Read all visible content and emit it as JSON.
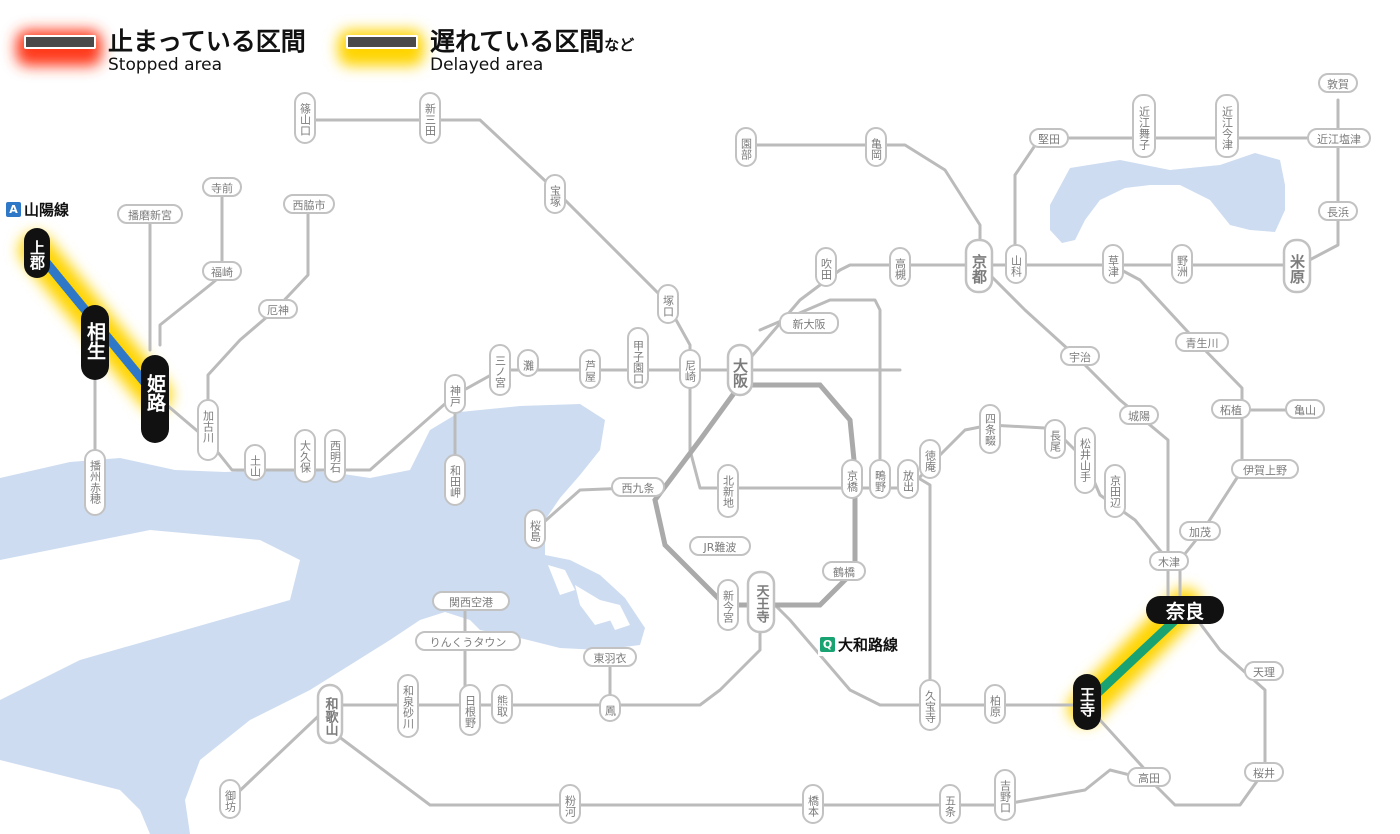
{
  "legend": {
    "stopped": {
      "title": "止まっている区間",
      "sub": "Stopped area",
      "glow": "#ff3b1f"
    },
    "delayed": {
      "title": "遅れている区間",
      "suffix": "など",
      "sub": "Delayed area",
      "glow": "#ffd400"
    }
  },
  "lines": {
    "sanyo": {
      "badge": "A",
      "name": "山陽線",
      "color": "#2f78c8"
    },
    "yamatoji": {
      "badge": "Q",
      "name": "大和路線",
      "color": "#1aa372"
    }
  },
  "colors": {
    "water": "#cddcf0",
    "track": "#bbbbbb",
    "loop": "#aaaaaa",
    "station_border": "#c2c2c2"
  },
  "stations": {
    "kamigori": "上郡",
    "aioi": "相生",
    "himeji": "姫路",
    "nara": "奈良",
    "oji": "王寺",
    "harima_shingu": "播磨新宮",
    "teramae": "寺前",
    "fukusaki": "福崎",
    "nishiwaki": "西脇市",
    "yakujin": "厄神",
    "kakogawa": "加古川",
    "harima_ako": "播州赤穂",
    "dobayama": "土山",
    "okubo": "大久保",
    "nishi_akashi": "西明石",
    "kobe": "神戸",
    "wadamisaki": "和田岬",
    "sannomiya": "三ノ宮",
    "nada": "灘",
    "ashiya": "芦屋",
    "koshienguchi": "甲子園口",
    "amagasaki": "尼崎",
    "osaka": "大阪",
    "shin_osaka": "新大阪",
    "sasayamaguchi": "篠山口",
    "shin_sanda": "新三田",
    "takarazuka": "宝塚",
    "tsukaguchi": "塚口",
    "suita": "吹田",
    "takatsuki": "高槻",
    "kyoto": "京都",
    "yamashina": "山科",
    "sonobe": "園部",
    "kameoka": "亀岡",
    "katata": "堅田",
    "omi_maiko": "近江舞子",
    "omi_imazu": "近江今津",
    "tsuruga": "敦賀",
    "omi_shiotsu": "近江塩津",
    "nagahama": "長浜",
    "kusatsu": "草津",
    "yasu": "野洲",
    "maibara": "米原",
    "uji": "宇治",
    "tsuge": "柘植",
    "kameyama": "亀山",
    "jojo": "城陽",
    "kizu": "木津",
    "kamo": "加茂",
    "iga_ueno": "伊賀上野",
    "nishikujo": "西九条",
    "sakurajima": "桜島",
    "kitashinchi": "北新地",
    "kyobashi": "京橋",
    "hanaten": "放出",
    "shigino": "鴫野",
    "tokuan": "徳庵",
    "shijonawate": "四条畷",
    "nagao": "長尾",
    "matsuiyamate": "松井山手",
    "kyotanabe": "京田辺",
    "jr_namba": "JR難波",
    "shin_imamiya": "新今宮",
    "tennoji": "天王寺",
    "tsuruhashi": "鶴橋",
    "kyuhoji": "久宝寺",
    "kashiwara": "柏原",
    "kansai_airport": "関西空港",
    "rinku_town": "りんくうタウン",
    "higashi_hagoromo": "東羽衣",
    "otori": "鳳",
    "hineno": "日根野",
    "kumatori": "熊取",
    "izumisunagawa": "和泉砂川",
    "wakayama": "和歌山",
    "gobo": "御坊",
    "konakawa": "粉河",
    "hashimoto": "橋本",
    "gojo": "五条",
    "yoshinoguchi": "吉野口",
    "takada": "高田",
    "tenri": "天理",
    "sakurai": "桜井",
    "shin_sanda_unused": ""
  }
}
